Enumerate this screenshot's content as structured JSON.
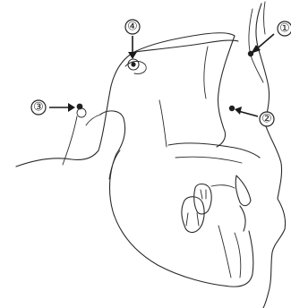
{
  "markers": [
    {
      "id": "1",
      "label": "①"
    },
    {
      "id": "2",
      "label": "②"
    },
    {
      "id": "3",
      "label": "③"
    },
    {
      "id": "4",
      "label": "④"
    }
  ],
  "colors": {
    "ink": "#222222",
    "background": "#ffffff"
  }
}
